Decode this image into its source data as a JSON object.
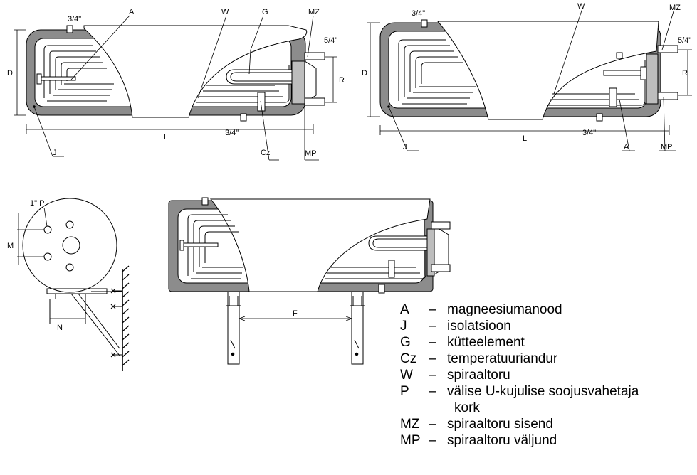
{
  "top_left": {
    "labels": {
      "a": "A",
      "w": "W",
      "g": "G",
      "mz": "MZ",
      "p34_top": "3/4\"",
      "p54": "5/4\"",
      "d": "D",
      "r": "R",
      "l": "L",
      "p34_bottom": "3/4\"",
      "j": "J",
      "cz": "Cz",
      "mp": "MP"
    }
  },
  "top_right": {
    "labels": {
      "p34_top": "3/4\"",
      "w": "W",
      "mz": "MZ",
      "p54": "5/4\"",
      "d": "D",
      "r": "R",
      "l": "L",
      "p34_bottom": "3/4\"",
      "j": "J",
      "a": "A",
      "mp": "MP"
    }
  },
  "side_view": {
    "labels": {
      "p": "1\" P",
      "m": "M",
      "n": "N"
    }
  },
  "bottom_view": {
    "labels": {
      "f": "F"
    }
  },
  "legend": [
    {
      "code": "A",
      "dash": "–",
      "text": "magneesiumanood"
    },
    {
      "code": "J",
      "dash": "–",
      "text": "isolatsioon"
    },
    {
      "code": "G",
      "dash": "–",
      "text": "kütteelement"
    },
    {
      "code": "Cz",
      "dash": "–",
      "text": "temperatuuriandur"
    },
    {
      "code": "W",
      "dash": "–",
      "text": "spiraaltoru"
    },
    {
      "code": "P",
      "dash": "–",
      "text": "välise U-kujulise soojusvahetaja",
      "continuation": "kork"
    },
    {
      "code": "MZ",
      "dash": "–",
      "text": "spiraaltoru sisend"
    },
    {
      "code": "MP",
      "dash": "–",
      "text": "spiraaltoru väljund"
    }
  ],
  "colors": {
    "insulation": "#8c8c8c",
    "line": "#000000",
    "background": "#ffffff"
  }
}
